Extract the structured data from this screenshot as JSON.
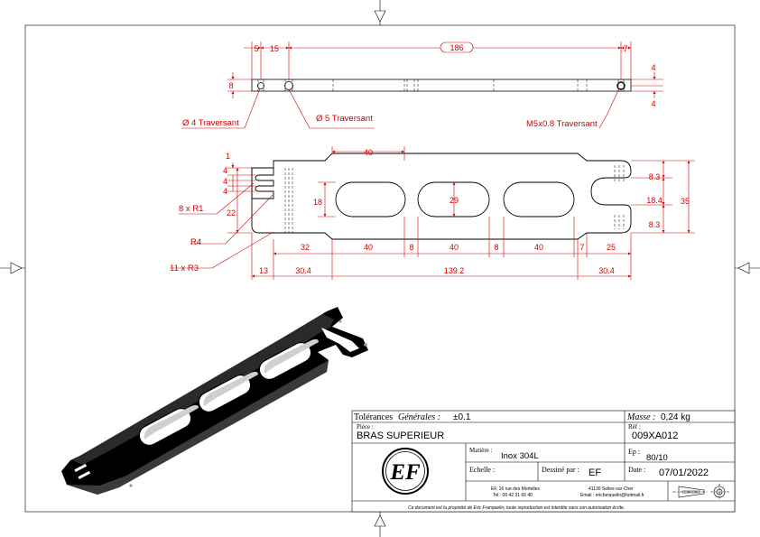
{
  "top_view": {
    "dims": [
      "5",
      "15",
      "186",
      "7",
      "8",
      "4",
      "4"
    ],
    "callouts": [
      "Ø 4 Traversant",
      "Ø 5 Traversant",
      "M5x0.8 Traversant"
    ]
  },
  "front_view": {
    "dims_top": [
      "40"
    ],
    "dims_left": [
      "1",
      "4",
      "4",
      "4",
      "18",
      "22"
    ],
    "dims_inner": [
      "29"
    ],
    "dims_right": [
      "8.3",
      "18.4",
      "8.3",
      "35"
    ],
    "dims_row1": [
      "32",
      "40",
      "8",
      "40",
      "8",
      "40",
      "7",
      "25"
    ],
    "dims_row2": [
      "13",
      "30.4",
      "139.2",
      "30.4"
    ],
    "callouts": [
      "8 x R1",
      "R4",
      "11 x R3"
    ]
  },
  "title_block": {
    "tolerances_label": "Tolérances",
    "generales_label": "Générales :",
    "tolerance_value": "±0.1",
    "masse_label": "Masse :",
    "masse_value": "0,24 kg",
    "piece_label": "Pièce :",
    "piece_value": "BRAS SUPERIEUR",
    "ref_label": "Réf :",
    "ref_value": "009XA012",
    "matiere_label": "Matière :",
    "matiere_value": "Inox 304L",
    "ep_label": "Ep :",
    "ep_value": "80/10",
    "echelle_label": "Echelle :",
    "dessine_label": "Dessiné par :",
    "dessine_value": "EF",
    "date_label": "Date :",
    "date_value": "07/01/2022",
    "address_left_1": "EF,  16 rue des Mortelles",
    "address_left_2": "Tel : 06 42 31 66 40",
    "address_right_1": "41130   Selles-sur-Cher",
    "address_right_2": "Email : ericfanquelin@hotmail.fr",
    "disclaimer": "Ce document est la propriété de Eric Franquelin, toute reproduction est interdite sans son autorisation écrite.",
    "logo_text": "EF"
  },
  "colors": {
    "dimension": "#d40000",
    "line": "#000000",
    "part": "#111111"
  }
}
